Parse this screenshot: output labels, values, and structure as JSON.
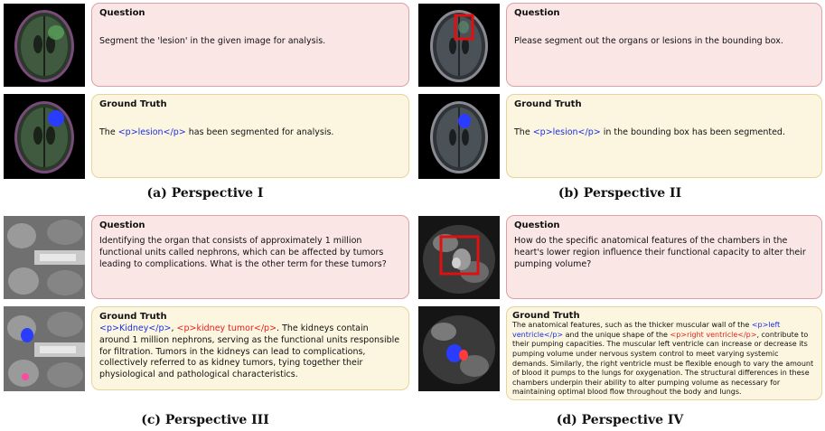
{
  "panels": {
    "p1": {
      "caption": "(a) Perspective I",
      "question_heading": "Question",
      "question": "Segment the 'lesion' in the given image for analysis.",
      "gt_heading": "Ground Truth",
      "gt_prefix": "The ",
      "gt_tag": "<p>lesion</p>",
      "gt_suffix": " has been segmented for analysis."
    },
    "p2": {
      "caption": "(b) Perspective II",
      "question_heading": "Question",
      "question": "Please segment out the organs or lesions in the bounding box.",
      "gt_heading": "Ground Truth",
      "gt_prefix": "The ",
      "gt_tag": "<p>lesion</p>",
      "gt_suffix": " in the bounding box has been segmented."
    },
    "p3": {
      "caption": "(c) Perspective III",
      "question_heading": "Question",
      "question": "Identifying the organ that consists of approximately 1 million functional units called nephrons, which can be affected by tumors leading to complications. What is the other term for these tumors?",
      "gt_heading": "Ground Truth",
      "gt_tag1": "<p>Kidney</p>",
      "gt_sep": ", ",
      "gt_tag2": "<p>kidney tumor</p>",
      "gt_rest": ". The kidneys contain around 1 million nephrons, serving as the functional units responsible for filtration. Tumors in the kidneys can lead to complications, collectively referred to as kidney tumors, tying together their physiological and pathological characteristics."
    },
    "p4": {
      "caption": "(d) Perspective IV",
      "question_heading": "Question",
      "question": "How do the specific anatomical features of the chambers in the heart's lower region influence their functional capacity to alter their pumping volume?",
      "gt_heading": "Ground Truth",
      "gt_a": "The anatomical features, such as the thicker muscular wall of the ",
      "gt_tag1": "<p>left ventricle</p>",
      "gt_b": " and the unique shape of the ",
      "gt_tag2": "<p>right ventricle</p>",
      "gt_c": ", contribute to their pumping capacities. The muscular left ventricle can increase or decrease its pumping volume under nervous system control to meet varying systemic demands. Similarly, the right ventricle must be flexible enough to vary the amount of blood it pumps to the lungs for oxygenation. The structural differences in these chambers underpin their ability to alter pumping volume as necessary for maintaining optimal blood flow throughout the body and lungs."
    }
  },
  "colors": {
    "mask_blue": "#2a3cff",
    "mask_red": "#ff3a3a",
    "bbox_red": "#e01010"
  }
}
